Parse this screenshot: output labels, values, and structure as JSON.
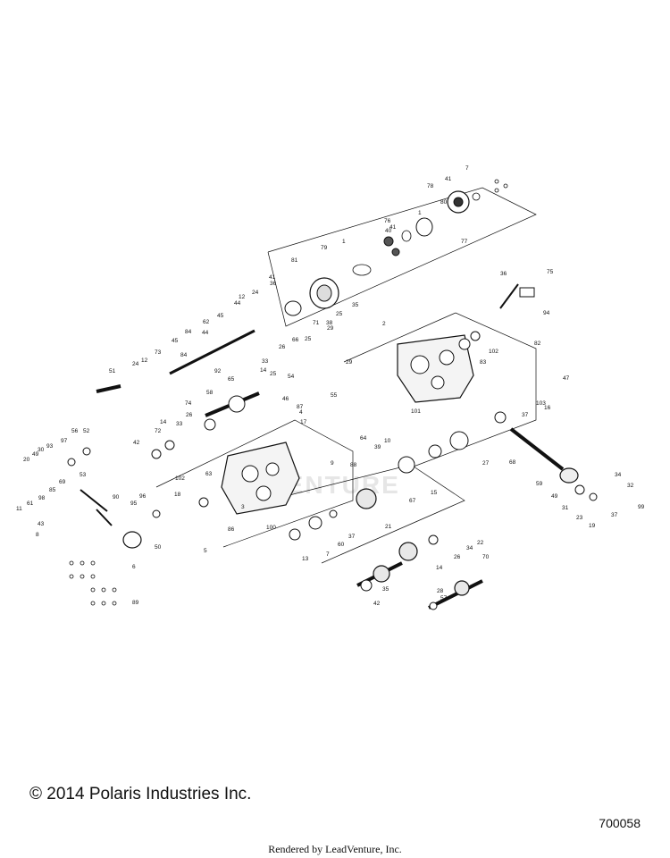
{
  "footer": {
    "copyright": "© 2014 Polaris Industries Inc.",
    "diagram_id": "700058",
    "rendered_by": "Rendered by LeadVenture, Inc."
  },
  "watermark": "VENTURE",
  "colors": {
    "line": "#111111",
    "background": "#ffffff",
    "watermark": "#e6e6e6"
  },
  "part_labels": [
    "7",
    "41",
    "78",
    "80",
    "1",
    "76",
    "41",
    "40",
    "1",
    "77",
    "79",
    "81",
    "41",
    "36",
    "24",
    "12",
    "44",
    "62",
    "84",
    "45",
    "44",
    "45",
    "84",
    "73",
    "12",
    "24",
    "51",
    "2",
    "35",
    "25",
    "29",
    "71",
    "38",
    "66",
    "25",
    "26",
    "33",
    "14",
    "25",
    "29",
    "92",
    "65",
    "74",
    "58",
    "26",
    "14",
    "72",
    "33",
    "42",
    "54",
    "46",
    "87",
    "4",
    "55",
    "17",
    "64",
    "53",
    "63",
    "3",
    "102",
    "18",
    "96",
    "95",
    "20",
    "49",
    "30",
    "93",
    "97",
    "56",
    "52",
    "69",
    "85",
    "98",
    "11",
    "61",
    "43",
    "90",
    "8",
    "50",
    "6",
    "89",
    "5",
    "86",
    "100",
    "13",
    "7",
    "60",
    "37",
    "21",
    "15",
    "67",
    "88",
    "9",
    "10",
    "39",
    "27",
    "82",
    "83",
    "102",
    "101",
    "36",
    "75",
    "94",
    "47",
    "103",
    "16",
    "37",
    "68",
    "59",
    "49",
    "34",
    "32",
    "31",
    "23",
    "19",
    "99",
    "22",
    "34",
    "26",
    "14",
    "70",
    "35",
    "57",
    "28",
    "42",
    "37",
    "19"
  ]
}
